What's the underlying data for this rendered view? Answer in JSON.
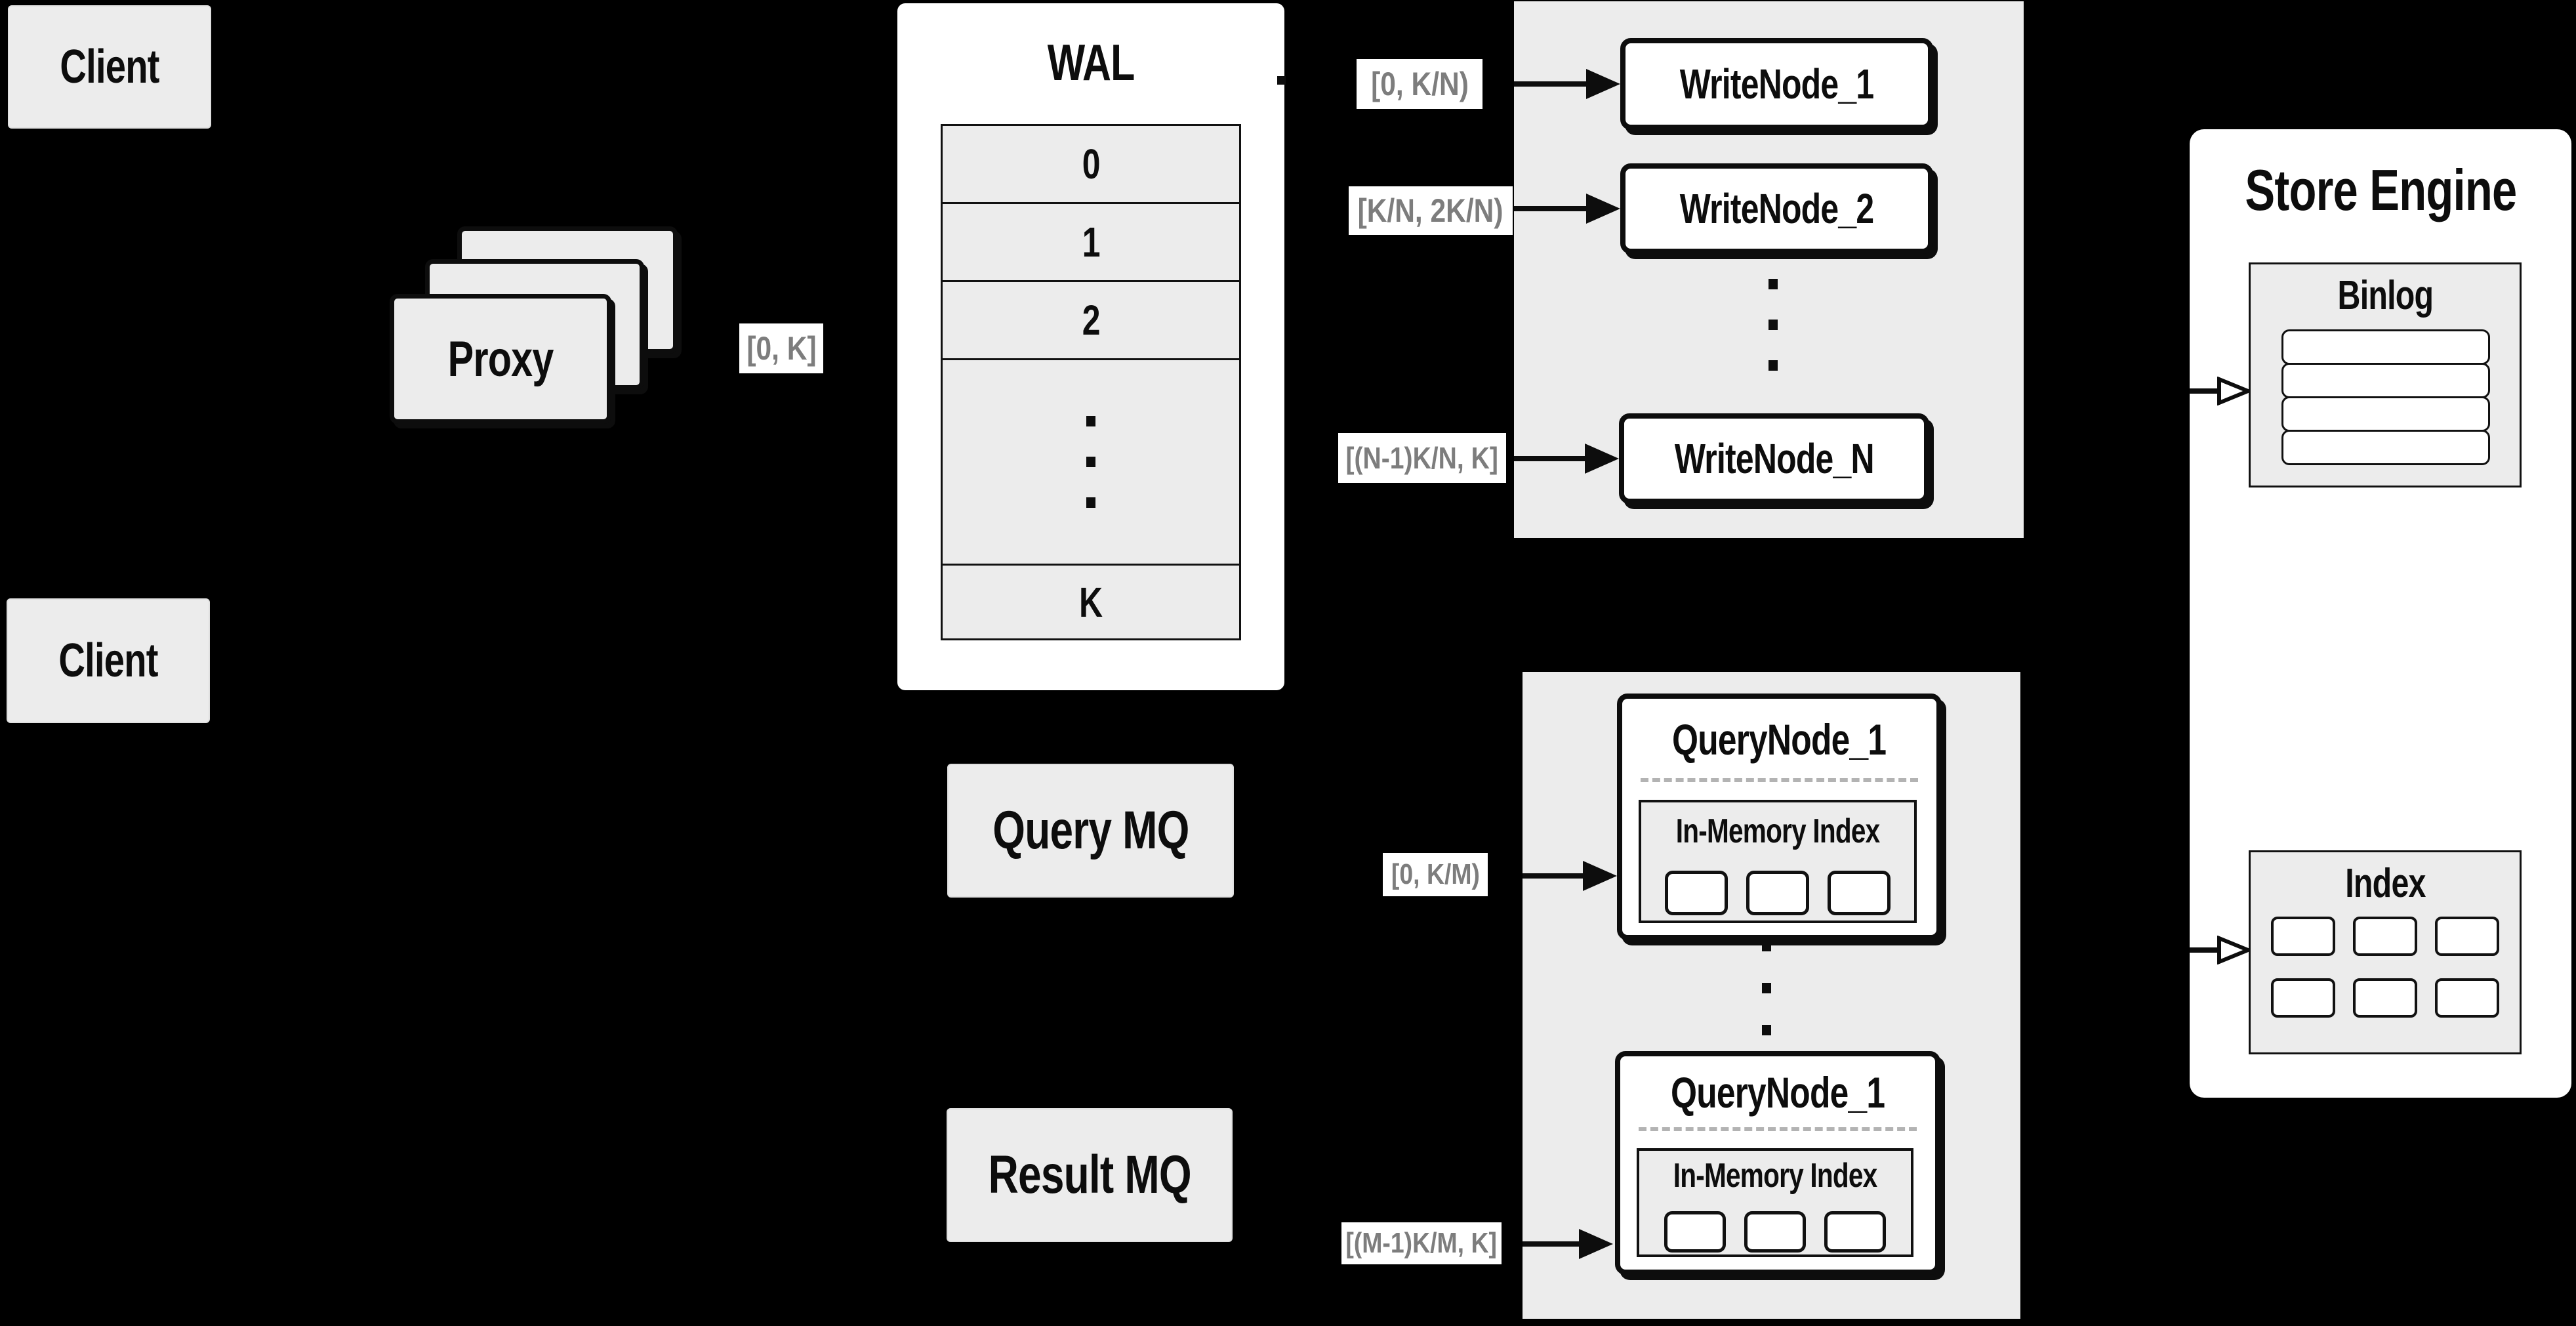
{
  "palette": {
    "background": "#000000",
    "panel_gray": "#ececec",
    "node_white": "#ffffff",
    "line_black": "#0d0d0d",
    "label_gray": "#7d7d7d"
  },
  "clients": {
    "top_label": "Client",
    "bottom_label": "Client"
  },
  "proxy": {
    "label": "Proxy"
  },
  "wal": {
    "title": "WAL",
    "cell_0": "0",
    "cell_1": "1",
    "cell_2": "2",
    "cell_last": "K"
  },
  "flow_labels": {
    "proxy_to_wal": "[0, K]",
    "to_write_node_1": "[0, K/N)",
    "to_write_node_2": "[K/N, 2K/N)",
    "to_write_node_n": "[(N-1)K/N, K]",
    "to_query_node_1": "[0, K/M)",
    "to_query_node_m": "[(M-1)K/M, K]"
  },
  "write_nodes": {
    "node_1": "WriteNode_1",
    "node_2": "WriteNode_2",
    "node_n": "WriteNode_N"
  },
  "message_queues": {
    "query": "Query MQ",
    "result": "Result MQ"
  },
  "query_nodes": {
    "top": {
      "title": "QueryNode_1",
      "index_label": "In-Memory Index"
    },
    "bottom": {
      "title": "QueryNode_1",
      "index_label": "In-Memory Index"
    }
  },
  "store_engine": {
    "title": "Store Engine",
    "binlog_title": "Binlog",
    "index_title": "Index"
  }
}
